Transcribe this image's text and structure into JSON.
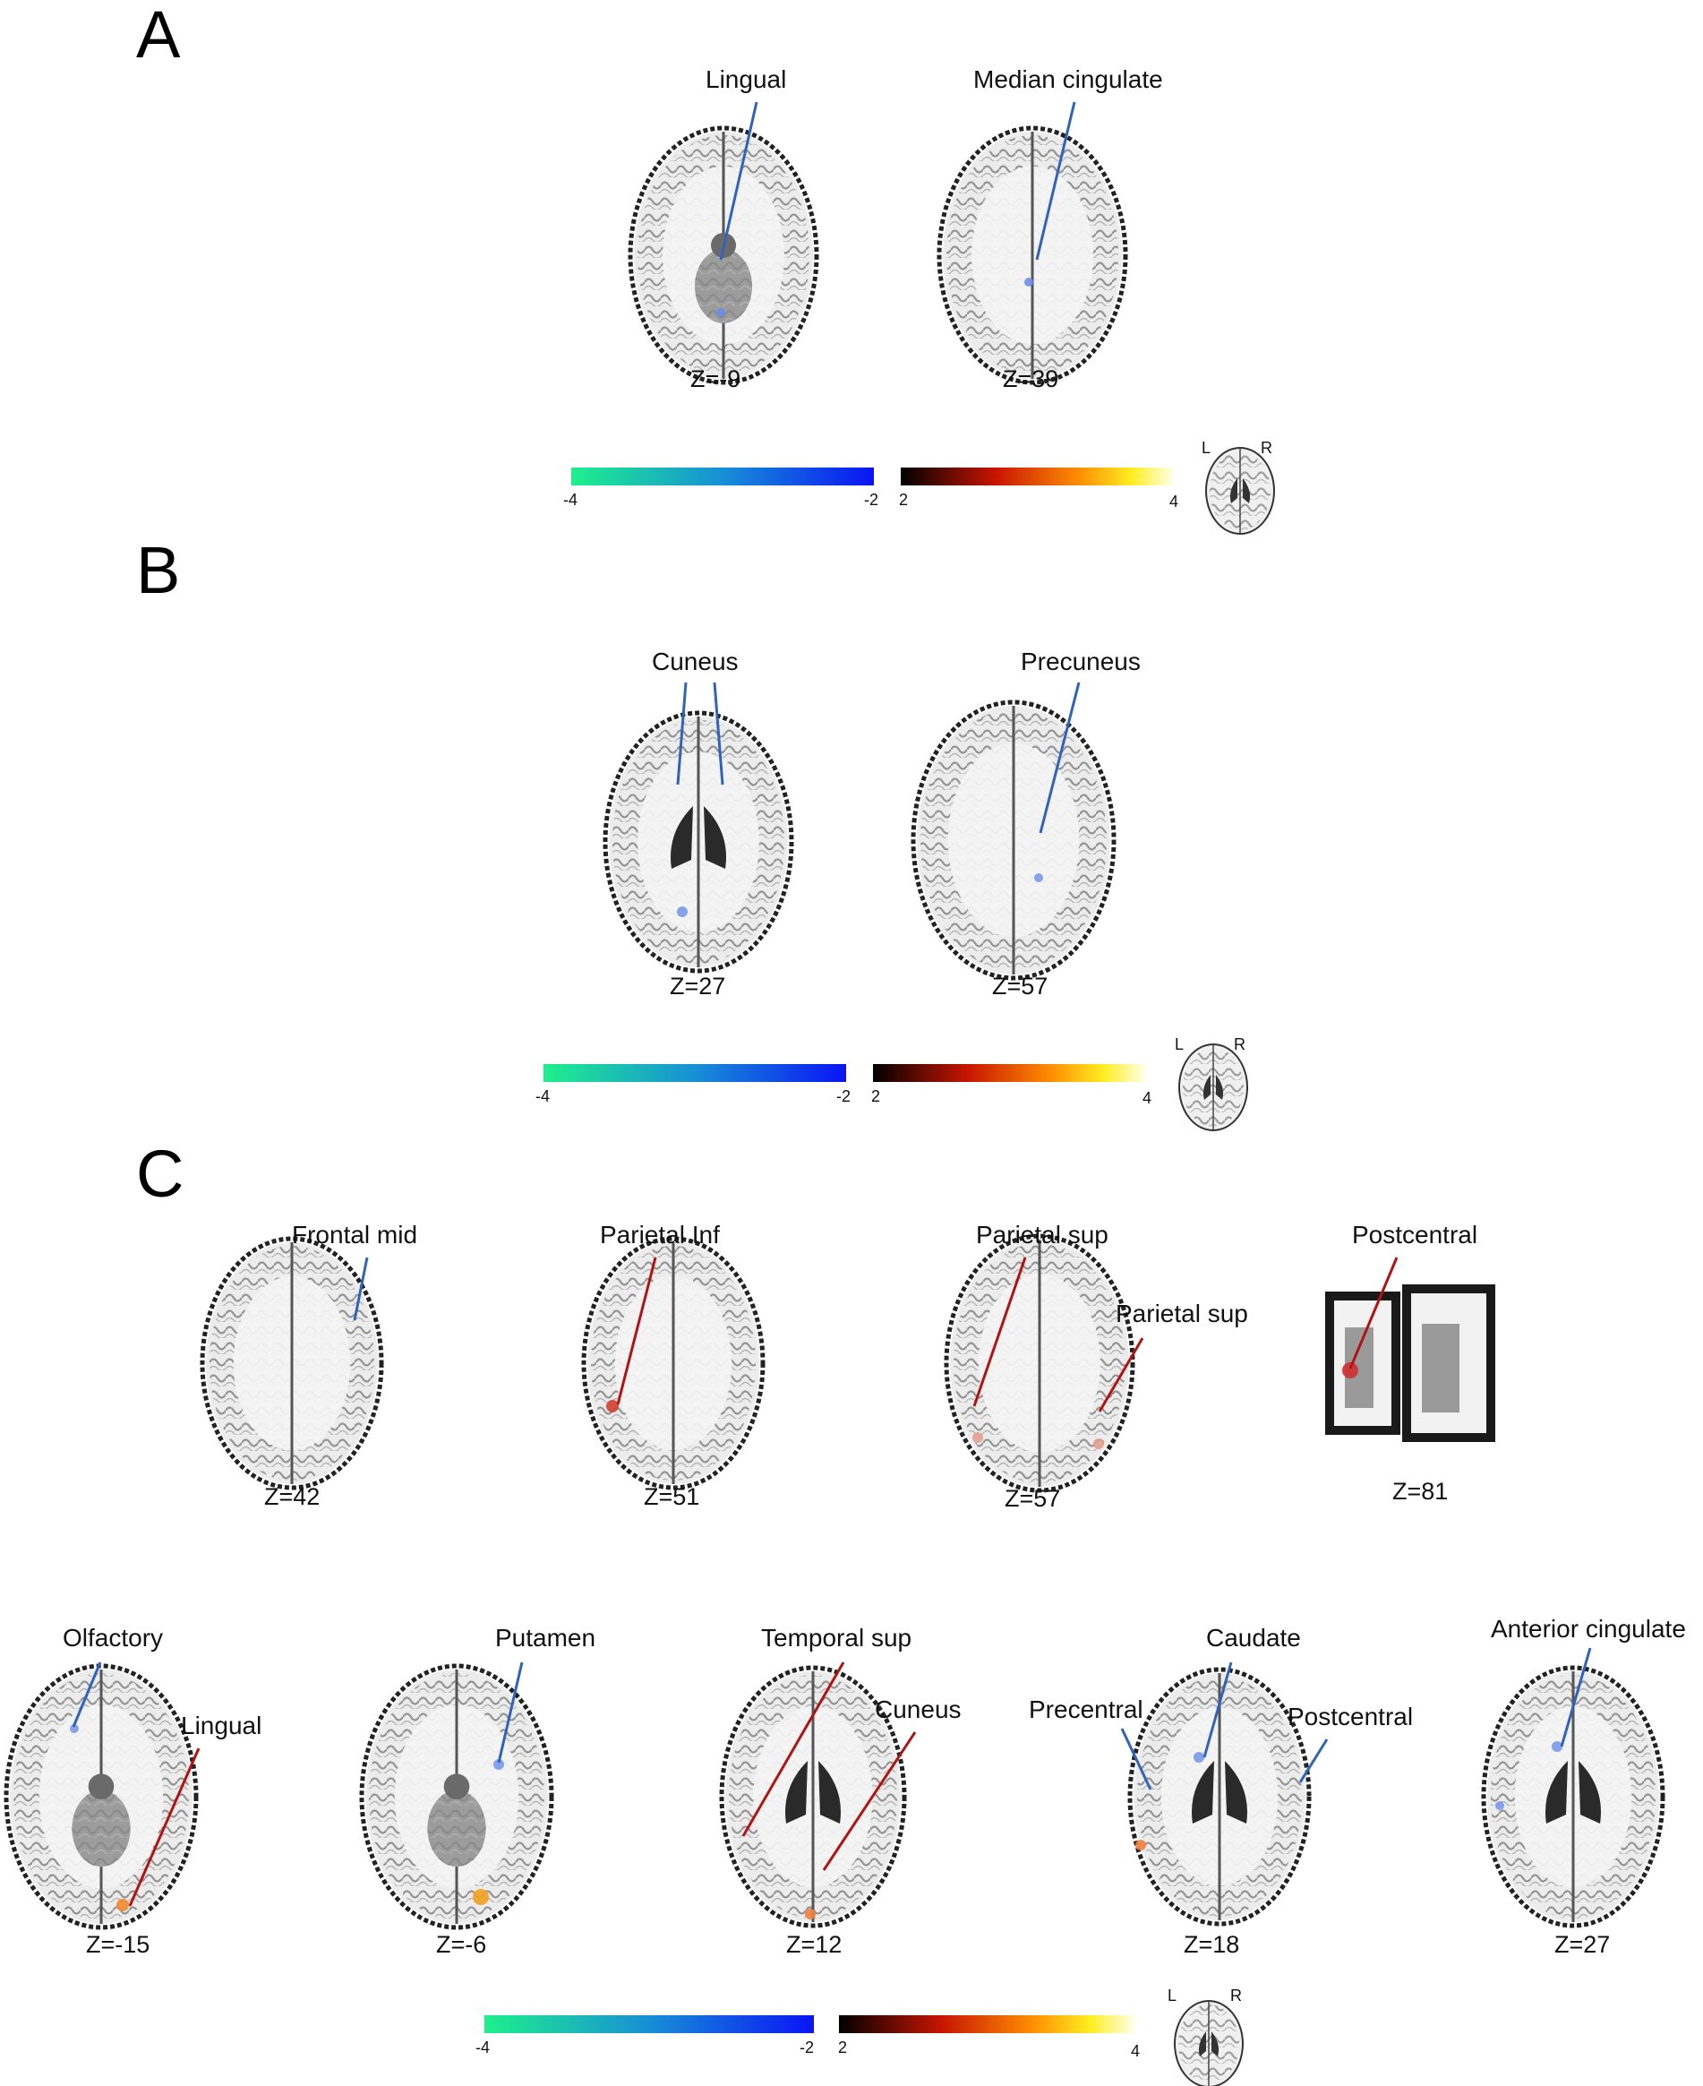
{
  "panels": [
    {
      "letter": "A",
      "slices": [
        {
          "z": "Z=-9",
          "labels": [
            {
              "text": "Lingual",
              "color": "blue"
            }
          ]
        },
        {
          "z": "Z=39",
          "labels": [
            {
              "text": "Median cingulate",
              "color": "blue"
            }
          ]
        }
      ],
      "colorbar": {
        "neg_min": "-4",
        "neg_max": "-2",
        "pos_min": "2",
        "pos_max": "4",
        "left": "L",
        "right": "R"
      }
    },
    {
      "letter": "B",
      "slices": [
        {
          "z": "Z=27",
          "labels": [
            {
              "text": "Cuneus",
              "color": "blue"
            }
          ]
        },
        {
          "z": "Z=57",
          "labels": [
            {
              "text": "Precuneus",
              "color": "blue"
            }
          ]
        }
      ],
      "colorbar": {
        "neg_min": "-4",
        "neg_max": "-2",
        "pos_min": "2",
        "pos_max": "4",
        "left": "L",
        "right": "R"
      }
    },
    {
      "letter": "C",
      "slices": [
        {
          "z": "Z=42",
          "labels": [
            {
              "text": "Frontal mid",
              "color": "blue"
            }
          ]
        },
        {
          "z": "Z=51",
          "labels": [
            {
              "text": "Parietal Inf",
              "color": "red"
            }
          ]
        },
        {
          "z": "Z=57",
          "labels": [
            {
              "text": "Parietal sup",
              "color": "red"
            },
            {
              "text": "Parietal sup",
              "color": "red"
            }
          ]
        },
        {
          "z": "Z=81",
          "labels": [
            {
              "text": "Postcentral",
              "color": "red"
            }
          ]
        },
        {
          "z": "Z=-15",
          "labels": [
            {
              "text": "Olfactory",
              "color": "blue"
            },
            {
              "text": "Lingual",
              "color": "red"
            }
          ]
        },
        {
          "z": "Z=-6",
          "labels": [
            {
              "text": "Putamen",
              "color": "blue"
            }
          ]
        },
        {
          "z": "Z=12",
          "labels": [
            {
              "text": "Temporal sup",
              "color": "red"
            },
            {
              "text": "Cuneus",
              "color": "red"
            }
          ]
        },
        {
          "z": "Z=18",
          "labels": [
            {
              "text": "Precentral",
              "color": "blue"
            },
            {
              "text": "Caudate",
              "color": "blue"
            },
            {
              "text": "Postcentral",
              "color": "blue"
            }
          ]
        },
        {
          "z": "Z=27",
          "labels": [
            {
              "text": "Anterior cingulate",
              "color": "blue"
            }
          ]
        }
      ],
      "colorbar": {
        "neg_min": "-4",
        "neg_max": "-2",
        "pos_min": "2",
        "pos_max": "4",
        "left": "L",
        "right": "R"
      }
    }
  ],
  "colors": {
    "line_blue": "#2f64b8",
    "line_red": "#b01515",
    "cool_start": "#1ef08c",
    "cool_end": "#0a14f5",
    "hot_start": "#000000",
    "hot_mid": "#e01a00",
    "hot_end": "#ffffe0"
  }
}
